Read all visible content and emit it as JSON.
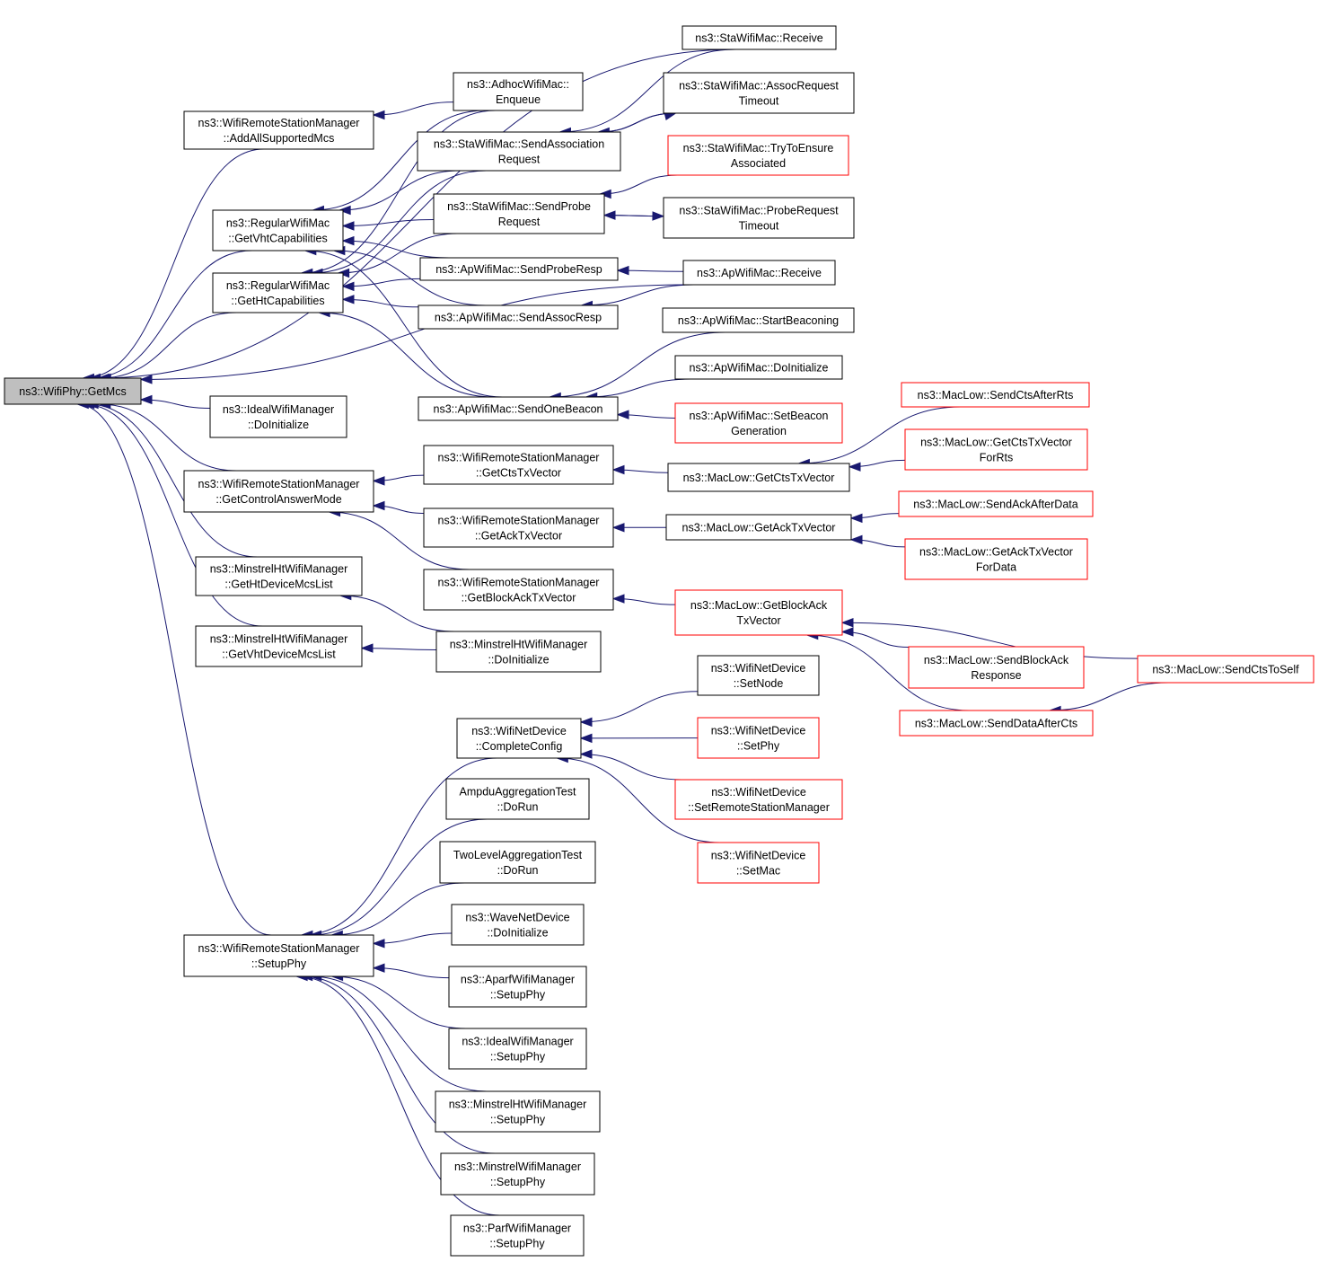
{
  "graph": {
    "root": "root",
    "nodes": [
      {
        "id": "root",
        "lines": [
          "ns3::WifiPhy::GetMcs"
        ],
        "style": "root"
      },
      {
        "id": "sta_receive",
        "lines": [
          "ns3::StaWifiMac::Receive"
        ],
        "style": "black"
      },
      {
        "id": "adhoc_enqueue",
        "lines": [
          "ns3::AdhocWifiMac::",
          "Enqueue"
        ],
        "style": "black"
      },
      {
        "id": "wrsm_addall",
        "lines": [
          "ns3::WifiRemoteStationManager",
          "::AddAllSupportedMcs"
        ],
        "style": "black"
      },
      {
        "id": "sta_assoc_timeout",
        "lines": [
          "ns3::StaWifiMac::AssocRequest",
          "Timeout"
        ],
        "style": "black"
      },
      {
        "id": "sta_send_assoc",
        "lines": [
          "ns3::StaWifiMac::SendAssociation",
          "Request"
        ],
        "style": "black"
      },
      {
        "id": "sta_try_assoc",
        "lines": [
          "ns3::StaWifiMac::TryToEnsure",
          "Associated"
        ],
        "style": "red"
      },
      {
        "id": "rwm_vht",
        "lines": [
          "ns3::RegularWifiMac",
          "::GetVhtCapabilities"
        ],
        "style": "black"
      },
      {
        "id": "sta_send_probe",
        "lines": [
          "ns3::StaWifiMac::SendProbe",
          "Request"
        ],
        "style": "black"
      },
      {
        "id": "sta_probe_timeout",
        "lines": [
          "ns3::StaWifiMac::ProbeRequest",
          "Timeout"
        ],
        "style": "black"
      },
      {
        "id": "rwm_ht",
        "lines": [
          "ns3::RegularWifiMac",
          "::GetHtCapabilities"
        ],
        "style": "black"
      },
      {
        "id": "ap_probe_resp",
        "lines": [
          "ns3::ApWifiMac::SendProbeResp"
        ],
        "style": "black"
      },
      {
        "id": "ap_receive",
        "lines": [
          "ns3::ApWifiMac::Receive"
        ],
        "style": "black"
      },
      {
        "id": "ap_assoc_resp",
        "lines": [
          "ns3::ApWifiMac::SendAssocResp"
        ],
        "style": "black"
      },
      {
        "id": "ap_start_beacon",
        "lines": [
          "ns3::ApWifiMac::StartBeaconing"
        ],
        "style": "black"
      },
      {
        "id": "ap_doinit",
        "lines": [
          "ns3::ApWifiMac::DoInitialize"
        ],
        "style": "black"
      },
      {
        "id": "ideal_doinit",
        "lines": [
          "ns3::IdealWifiManager",
          "::DoInitialize"
        ],
        "style": "black"
      },
      {
        "id": "ap_send_beacon",
        "lines": [
          "ns3::ApWifiMac::SendOneBeacon"
        ],
        "style": "black"
      },
      {
        "id": "ap_set_beacon",
        "lines": [
          "ns3::ApWifiMac::SetBeacon",
          "Generation"
        ],
        "style": "red"
      },
      {
        "id": "ml_cts_after_rts",
        "lines": [
          "ns3::MacLow::SendCtsAfterRts"
        ],
        "style": "red"
      },
      {
        "id": "wrsm_cts_tx",
        "lines": [
          "ns3::WifiRemoteStationManager",
          "::GetCtsTxVector"
        ],
        "style": "black"
      },
      {
        "id": "ml_get_cts_tx",
        "lines": [
          "ns3::MacLow::GetCtsTxVector"
        ],
        "style": "black"
      },
      {
        "id": "ml_cts_for_rts",
        "lines": [
          "ns3::MacLow::GetCtsTxVector",
          "ForRts"
        ],
        "style": "red"
      },
      {
        "id": "wrsm_ctrl_answer",
        "lines": [
          "ns3::WifiRemoteStationManager",
          "::GetControlAnswerMode"
        ],
        "style": "black"
      },
      {
        "id": "wrsm_ack_tx",
        "lines": [
          "ns3::WifiRemoteStationManager",
          "::GetAckTxVector"
        ],
        "style": "black"
      },
      {
        "id": "ml_get_ack_tx",
        "lines": [
          "ns3::MacLow::GetAckTxVector"
        ],
        "style": "black"
      },
      {
        "id": "ml_ack_after_data",
        "lines": [
          "ns3::MacLow::SendAckAfterData"
        ],
        "style": "red"
      },
      {
        "id": "ml_ack_for_data",
        "lines": [
          "ns3::MacLow::GetAckTxVector",
          "ForData"
        ],
        "style": "red"
      },
      {
        "id": "mht_ht_list",
        "lines": [
          "ns3::MinstrelHtWifiManager",
          "::GetHtDeviceMcsList"
        ],
        "style": "black"
      },
      {
        "id": "wrsm_blockack_tx",
        "lines": [
          "ns3::WifiRemoteStationManager",
          "::GetBlockAckTxVector"
        ],
        "style": "black"
      },
      {
        "id": "ml_get_blockack",
        "lines": [
          "ns3::MacLow::GetBlockAck",
          "TxVector"
        ],
        "style": "red"
      },
      {
        "id": "mht_vht_list",
        "lines": [
          "ns3::MinstrelHtWifiManager",
          "::GetVhtDeviceMcsList"
        ],
        "style": "black"
      },
      {
        "id": "mht_doinit",
        "lines": [
          "ns3::MinstrelHtWifiManager",
          "::DoInitialize"
        ],
        "style": "black"
      },
      {
        "id": "ml_blockack_resp",
        "lines": [
          "ns3::MacLow::SendBlockAck",
          "Response"
        ],
        "style": "red"
      },
      {
        "id": "ml_cts_to_self",
        "lines": [
          "ns3::MacLow::SendCtsToSelf"
        ],
        "style": "red"
      },
      {
        "id": "wnd_setnode",
        "lines": [
          "ns3::WifiNetDevice",
          "::SetNode"
        ],
        "style": "black"
      },
      {
        "id": "wnd_complete",
        "lines": [
          "ns3::WifiNetDevice",
          "::CompleteConfig"
        ],
        "style": "black"
      },
      {
        "id": "ml_data_after_cts",
        "lines": [
          "ns3::MacLow::SendDataAfterCts"
        ],
        "style": "red"
      },
      {
        "id": "wnd_setphy",
        "lines": [
          "ns3::WifiNetDevice",
          "::SetPhy"
        ],
        "style": "red"
      },
      {
        "id": "ampdu_dorun",
        "lines": [
          "AmpduAggregationTest",
          "::DoRun"
        ],
        "style": "black"
      },
      {
        "id": "wnd_setrsm",
        "lines": [
          "ns3::WifiNetDevice",
          "::SetRemoteStationManager"
        ],
        "style": "red"
      },
      {
        "id": "twolevel_dorun",
        "lines": [
          "TwoLevelAggregationTest",
          "::DoRun"
        ],
        "style": "black"
      },
      {
        "id": "wnd_setmac",
        "lines": [
          "ns3::WifiNetDevice",
          "::SetMac"
        ],
        "style": "red"
      },
      {
        "id": "wave_doinit",
        "lines": [
          "ns3::WaveNetDevice",
          "::DoInitialize"
        ],
        "style": "black"
      },
      {
        "id": "wrsm_setupphy",
        "lines": [
          "ns3::WifiRemoteStationManager",
          "::SetupPhy"
        ],
        "style": "black"
      },
      {
        "id": "aparf_setupphy",
        "lines": [
          "ns3::AparfWifiManager",
          "::SetupPhy"
        ],
        "style": "black"
      },
      {
        "id": "ideal_setupphy",
        "lines": [
          "ns3::IdealWifiManager",
          "::SetupPhy"
        ],
        "style": "black"
      },
      {
        "id": "mht_setupphy",
        "lines": [
          "ns3::MinstrelHtWifiManager",
          "::SetupPhy"
        ],
        "style": "black"
      },
      {
        "id": "minstrel_setupphy",
        "lines": [
          "ns3::MinstrelWifiManager",
          "::SetupPhy"
        ],
        "style": "black"
      },
      {
        "id": "parf_setupphy",
        "lines": [
          "ns3::ParfWifiManager",
          "::SetupPhy"
        ],
        "style": "black"
      }
    ],
    "edges": [
      [
        "sta_receive",
        "root"
      ],
      [
        "wrsm_addall",
        "root"
      ],
      [
        "rwm_vht",
        "root"
      ],
      [
        "rwm_ht",
        "root"
      ],
      [
        "ap_receive",
        "root"
      ],
      [
        "ideal_doinit",
        "root"
      ],
      [
        "wrsm_ctrl_answer",
        "root"
      ],
      [
        "mht_ht_list",
        "root"
      ],
      [
        "mht_vht_list",
        "root"
      ],
      [
        "wrsm_setupphy",
        "root"
      ],
      [
        "adhoc_enqueue",
        "wrsm_addall"
      ],
      [
        "adhoc_enqueue",
        "rwm_vht"
      ],
      [
        "sta_send_assoc",
        "rwm_vht"
      ],
      [
        "sta_send_probe",
        "rwm_vht"
      ],
      [
        "ap_probe_resp",
        "rwm_vht"
      ],
      [
        "ap_assoc_resp",
        "rwm_vht"
      ],
      [
        "ap_send_beacon",
        "rwm_vht"
      ],
      [
        "adhoc_enqueue",
        "rwm_ht"
      ],
      [
        "sta_send_assoc",
        "rwm_ht"
      ],
      [
        "sta_send_probe",
        "rwm_ht"
      ],
      [
        "ap_probe_resp",
        "rwm_ht"
      ],
      [
        "ap_assoc_resp",
        "rwm_ht"
      ],
      [
        "ap_send_beacon",
        "rwm_ht"
      ],
      [
        "sta_receive",
        "sta_send_assoc"
      ],
      [
        "sta_assoc_timeout",
        "sta_send_assoc"
      ],
      [
        "sta_send_assoc",
        "sta_assoc_timeout"
      ],
      [
        "sta_try_assoc",
        "sta_send_probe"
      ],
      [
        "sta_probe_timeout",
        "sta_send_probe"
      ],
      [
        "sta_send_probe",
        "sta_probe_timeout"
      ],
      [
        "ap_receive",
        "ap_probe_resp"
      ],
      [
        "ap_receive",
        "ap_assoc_resp"
      ],
      [
        "ap_start_beacon",
        "ap_send_beacon"
      ],
      [
        "ap_doinit",
        "ap_send_beacon"
      ],
      [
        "ap_set_beacon",
        "ap_send_beacon"
      ],
      [
        "wrsm_cts_tx",
        "wrsm_ctrl_answer"
      ],
      [
        "wrsm_ack_tx",
        "wrsm_ctrl_answer"
      ],
      [
        "wrsm_blockack_tx",
        "wrsm_ctrl_answer"
      ],
      [
        "ml_get_cts_tx",
        "wrsm_cts_tx"
      ],
      [
        "ml_cts_after_rts",
        "ml_get_cts_tx"
      ],
      [
        "ml_cts_for_rts",
        "ml_get_cts_tx"
      ],
      [
        "ml_get_ack_tx",
        "wrsm_ack_tx"
      ],
      [
        "ml_ack_after_data",
        "ml_get_ack_tx"
      ],
      [
        "ml_ack_for_data",
        "ml_get_ack_tx"
      ],
      [
        "ml_get_blockack",
        "wrsm_blockack_tx"
      ],
      [
        "ml_cts_to_self",
        "ml_get_blockack"
      ],
      [
        "ml_blockack_resp",
        "ml_get_blockack"
      ],
      [
        "ml_data_after_cts",
        "ml_get_blockack"
      ],
      [
        "ml_cts_to_self",
        "ml_data_after_cts"
      ],
      [
        "mht_doinit",
        "mht_ht_list"
      ],
      [
        "mht_doinit",
        "mht_vht_list"
      ],
      [
        "wnd_setnode",
        "wnd_complete"
      ],
      [
        "wnd_setphy",
        "wnd_complete"
      ],
      [
        "wnd_setrsm",
        "wnd_complete"
      ],
      [
        "wnd_setmac",
        "wnd_complete"
      ],
      [
        "wnd_complete",
        "wrsm_setupphy"
      ],
      [
        "ampdu_dorun",
        "wrsm_setupphy"
      ],
      [
        "twolevel_dorun",
        "wrsm_setupphy"
      ],
      [
        "wave_doinit",
        "wrsm_setupphy"
      ],
      [
        "aparf_setupphy",
        "wrsm_setupphy"
      ],
      [
        "ideal_setupphy",
        "wrsm_setupphy"
      ],
      [
        "mht_setupphy",
        "wrsm_setupphy"
      ],
      [
        "minstrel_setupphy",
        "wrsm_setupphy"
      ],
      [
        "parf_setupphy",
        "wrsm_setupphy"
      ]
    ],
    "colors": {
      "edge": "#191970",
      "normal_border": "#000000",
      "red_border": "#ff0000",
      "root_fill": "#bfbfbf"
    }
  }
}
